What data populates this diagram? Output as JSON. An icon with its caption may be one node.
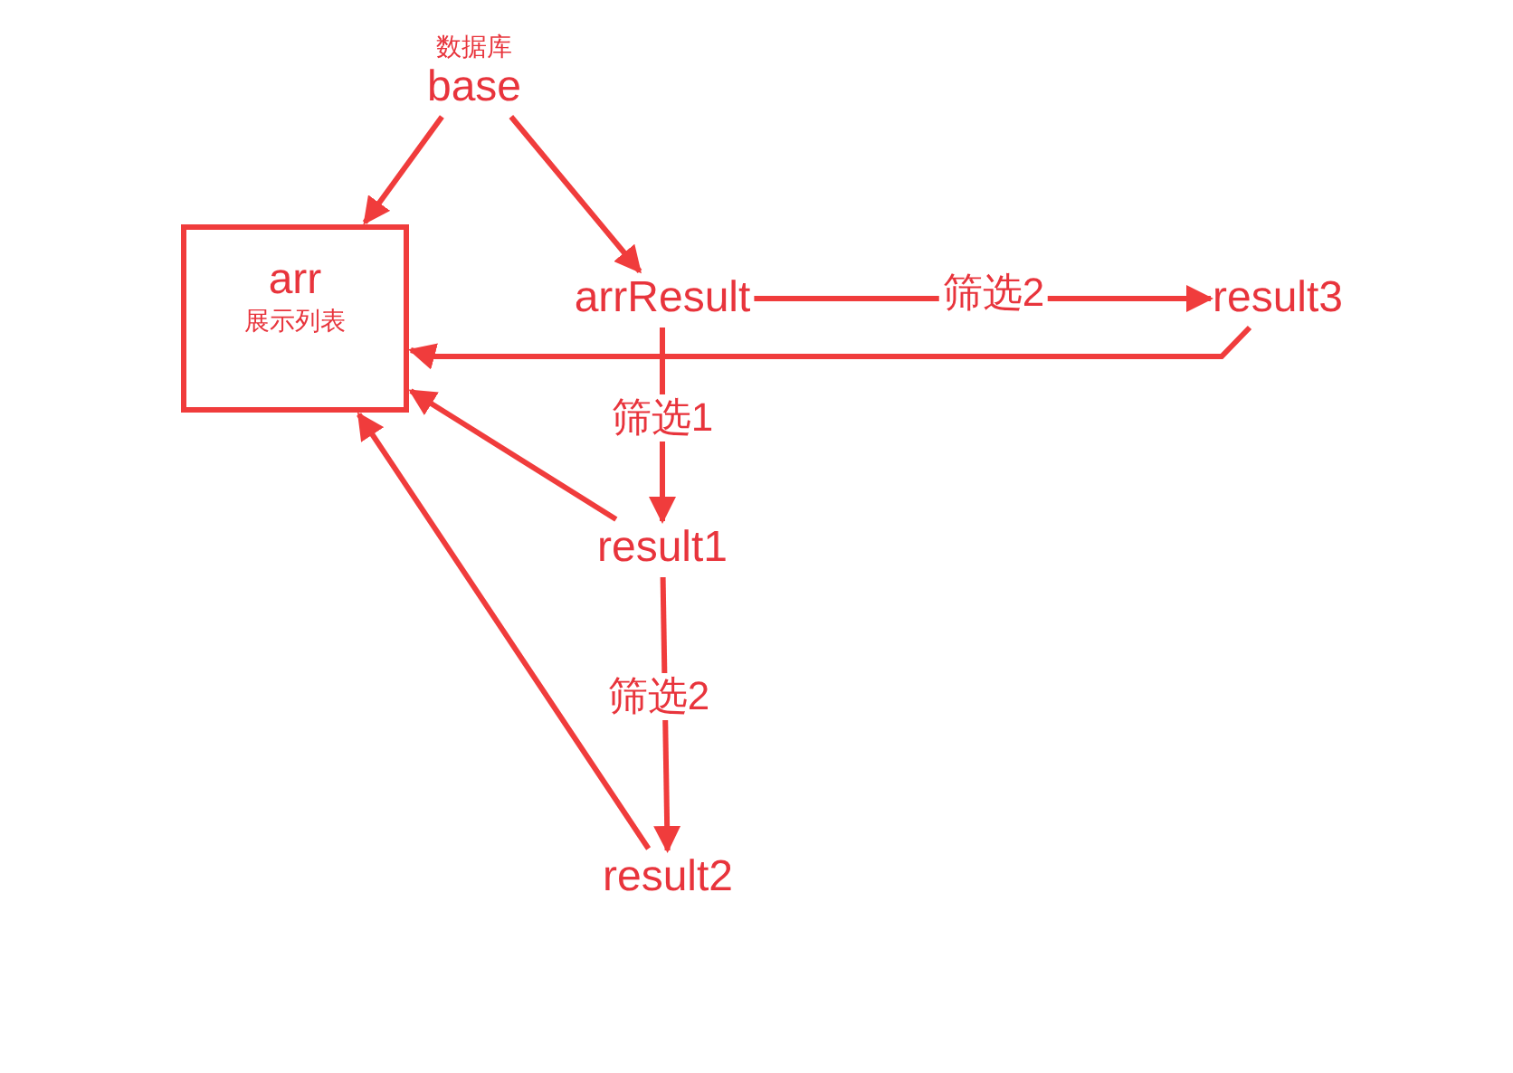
{
  "diagram": {
    "nodes": [
      {
        "text": [
          "数据库",
          "base"
        ]
      },
      {
        "text": [
          "arr",
          "展示列表"
        ]
      },
      {
        "text": [
          "arrResult"
        ]
      },
      {
        "text": [
          "result3"
        ]
      },
      {
        "text": [
          "result1"
        ]
      },
      {
        "text": [
          "result2"
        ]
      }
    ],
    "edges": [
      {
        "from": 0,
        "to": 1,
        "arrow": "to"
      },
      {
        "from": 0,
        "to": 2,
        "arrow": "to"
      },
      {
        "from": 2,
        "to": 3,
        "arrow": "to",
        "label": "筛选2"
      },
      {
        "from": 3,
        "to": 1,
        "arrow": "to"
      },
      {
        "from": 2,
        "to": 4,
        "arrow": "to",
        "label": "筛选1"
      },
      {
        "from": 4,
        "to": 5,
        "arrow": "to",
        "label": "筛选2"
      },
      {
        "from": 4,
        "to": 1,
        "arrow": "to"
      },
      {
        "from": 5,
        "to": 1,
        "arrow": "to"
      }
    ]
  }
}
